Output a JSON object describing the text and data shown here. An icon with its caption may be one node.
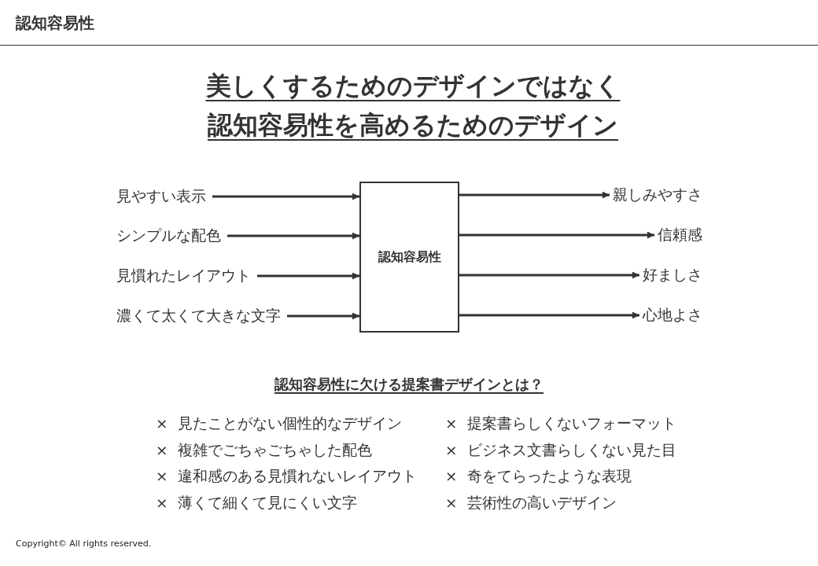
{
  "diagram": {
    "title": "美しくするためのデザインではなく認知容易性を高めるためのデザイン",
    "nodes": [
      {
        "text": [
          "見やすい表示"
        ]
      },
      {
        "text": [
          "シンプルな配色"
        ]
      },
      {
        "text": [
          "見慣れたレイアウト"
        ]
      },
      {
        "text": [
          "濃くて太くて大きな文字"
        ]
      },
      {
        "text": [
          "認知容易性"
        ]
      },
      {
        "text": [
          "親しみやすさ"
        ]
      },
      {
        "text": [
          "信頼感"
        ]
      },
      {
        "text": [
          "好ましさ"
        ]
      },
      {
        "text": [
          "心地よさ"
        ]
      }
    ],
    "edges": [
      {
        "from": 0,
        "to": 4,
        "arrow": "to"
      },
      {
        "from": 1,
        "to": 4,
        "arrow": "to"
      },
      {
        "from": 2,
        "to": 4,
        "arrow": "to"
      },
      {
        "from": 3,
        "to": 4,
        "arrow": "to"
      },
      {
        "from": 4,
        "to": 5,
        "arrow": "to"
      },
      {
        "from": 4,
        "to": 6,
        "arrow": "to"
      },
      {
        "from": 4,
        "to": 7,
        "arrow": "to"
      },
      {
        "from": 4,
        "to": 8,
        "arrow": "to"
      }
    ],
    "labels": [
      "認知容易性",
      "認知容易性に欠ける提案書デザインとは？",
      "× 見たことがない個性的なデザイン",
      "× 複雑でごちゃごちゃした配色",
      "× 違和感のある見慣れないレイアウト",
      "× 薄くて細くて見にくい文字",
      "× 提案書らしくないフォーマット",
      "× ビジネス文書らしくない見た目",
      "× 奇をてらったような表現",
      "× 芸術性の高いデザイン",
      "Copyright© All rights reserved."
    ]
  }
}
